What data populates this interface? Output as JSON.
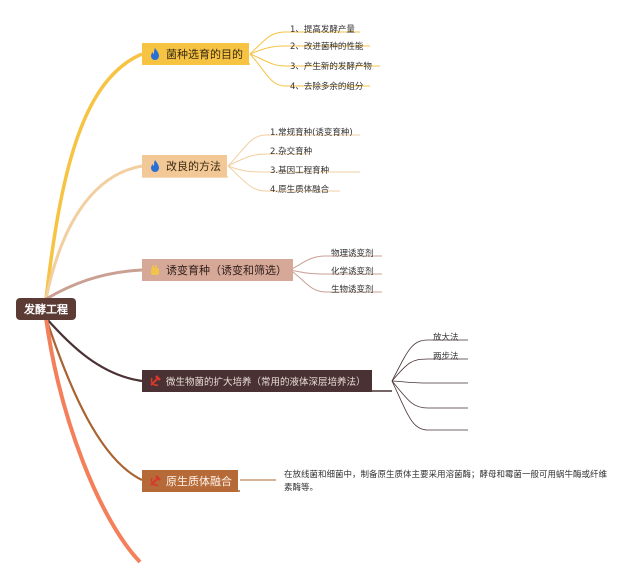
{
  "root": {
    "label": "发酵工程"
  },
  "branches": [
    {
      "label": "菌种选育的目的",
      "icon": "fire-icon",
      "children": [
        "1、提高发酵产量",
        "2、改进菌种的性能",
        "3、产生新的发酵产物",
        "4、去除多余的组分"
      ]
    },
    {
      "label": "改良的方法",
      "icon": "fire-icon",
      "children": [
        "1.常规育种(诱变育种)",
        "2.杂交育种",
        "3.基因工程育种",
        "4.原生质体融合"
      ]
    },
    {
      "label": "诱变育种（诱变和筛选）",
      "icon": "hand-icon",
      "children": [
        "物理诱变剂",
        "化学诱变剂",
        "生物诱变剂"
      ]
    },
    {
      "label": "微生物菌的扩大培养（常用的液体深层培养法）",
      "icon": "hammer-sickle-icon",
      "children": [
        "放大法",
        "两步法"
      ]
    },
    {
      "label": "原生质体融合",
      "icon": "hammer-sickle-icon",
      "note": "在放线菌和细菌中，制备原生质体主要采用溶菌酶；酵母和霉菌一般可用蜗牛酶或纤维素酶等。"
    }
  ],
  "colors": {
    "root": "#5c3b35",
    "branch1": "#f6c343",
    "branch2": "#f2c897",
    "branch3": "#d0a79a",
    "branch4": "#4a3234",
    "branch5": "#b56a38",
    "branch6": "#f47f5b"
  }
}
